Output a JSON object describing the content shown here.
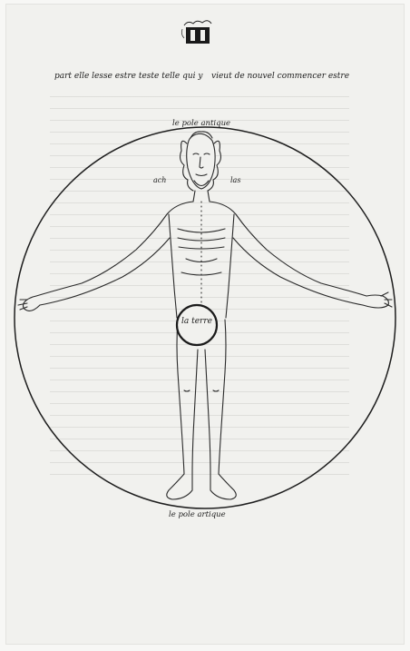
{
  "header": {
    "line_left": "part elle lesse estre teste telle qui y",
    "line_right": "vieut de nouvel commencer estre"
  },
  "diagram": {
    "pole_top": "le pole antique",
    "pole_bottom": "le pole artique",
    "label_left": "ach",
    "label_right": "las",
    "center_label": "la terre"
  }
}
